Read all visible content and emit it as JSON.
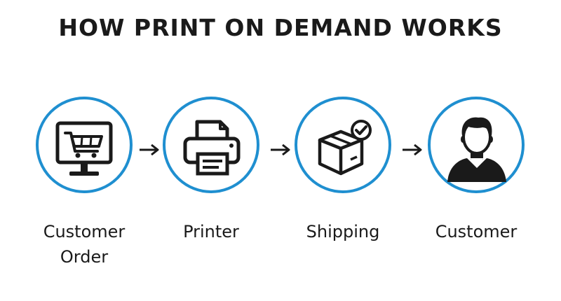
{
  "title": "HOW PRINT ON DEMAND WORKS",
  "colors": {
    "accent_ring": "#1f8fd0",
    "icon": "#1a1a1a",
    "background": "#ffffff"
  },
  "steps": [
    {
      "icon": "monitor-cart-icon",
      "label_line1": "Customer",
      "label_line2": "Order"
    },
    {
      "icon": "printer-icon",
      "label_line1": "Printer",
      "label_line2": ""
    },
    {
      "icon": "box-check-icon",
      "label_line1": "Shipping",
      "label_line2": ""
    },
    {
      "icon": "person-icon",
      "label_line1": "Customer",
      "label_line2": ""
    }
  ]
}
